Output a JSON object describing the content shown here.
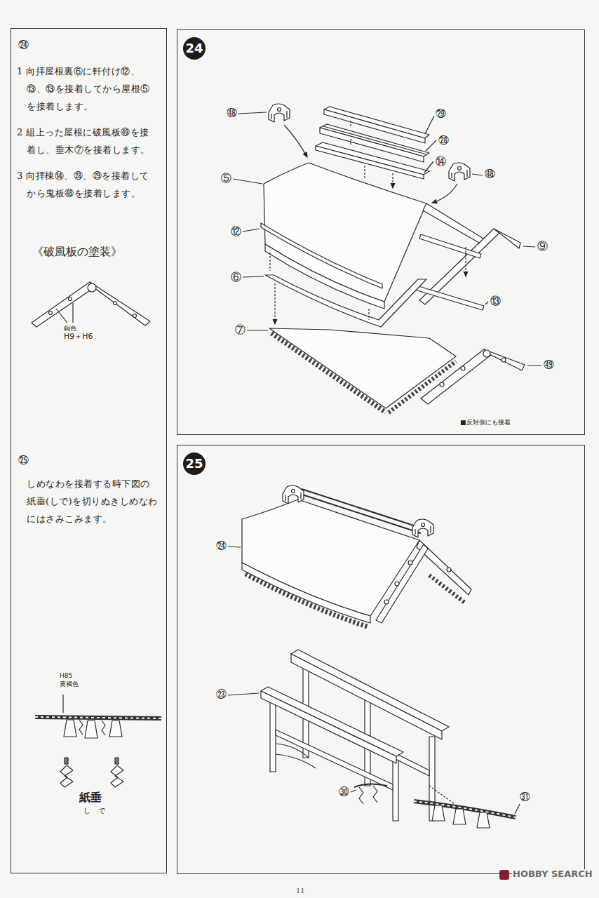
{
  "diagram": {
    "nodes": [
      {
        "text": [
          "㉔",
          "1 向拝屋根裏⑥に軒付け⑫、⑬、⑬を接着してから屋根⑤を接着します。",
          "2 組上った屋根に破風板㊾を接着し、垂木⑦を接着します。",
          "3 向拝棟⑭、㉘、㉙を接着してから鬼板㊽を接着します。",
          "《破風板の塗装》",
          "㉕",
          "しめなわを接着する時下図の紙垂(しで)を切りぬきしめなわにはさみこみます。"
        ]
      },
      {
        "text": [
          "24"
        ]
      },
      {
        "text": [
          "25"
        ]
      }
    ],
    "labels": [
      "㊽",
      "㉙",
      "㉘",
      "⑭",
      "㊽",
      "⑤",
      "⑫",
      "⑨",
      "⑥",
      "⑬",
      "⑦",
      "㊾",
      "■反対側にも接着",
      "銅色",
      "H9＋H6",
      "㉔",
      "㉓",
      "㉚",
      "㉛",
      "H85",
      "黄褐色",
      "紙垂",
      "し で",
      "11",
      "HOBBY SEARCH"
    ]
  }
}
